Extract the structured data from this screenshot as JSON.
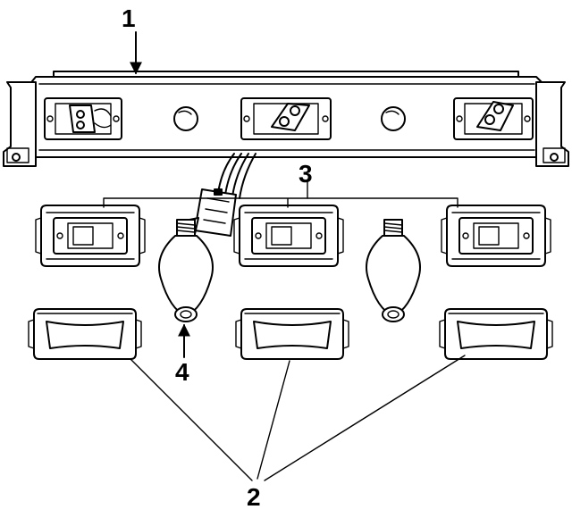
{
  "callouts": {
    "bar_housing": "1",
    "lens": "2",
    "lamp_housing": "3",
    "bulb": "4"
  },
  "colors": {
    "ink": "#000000",
    "paper": "#ffffff"
  }
}
